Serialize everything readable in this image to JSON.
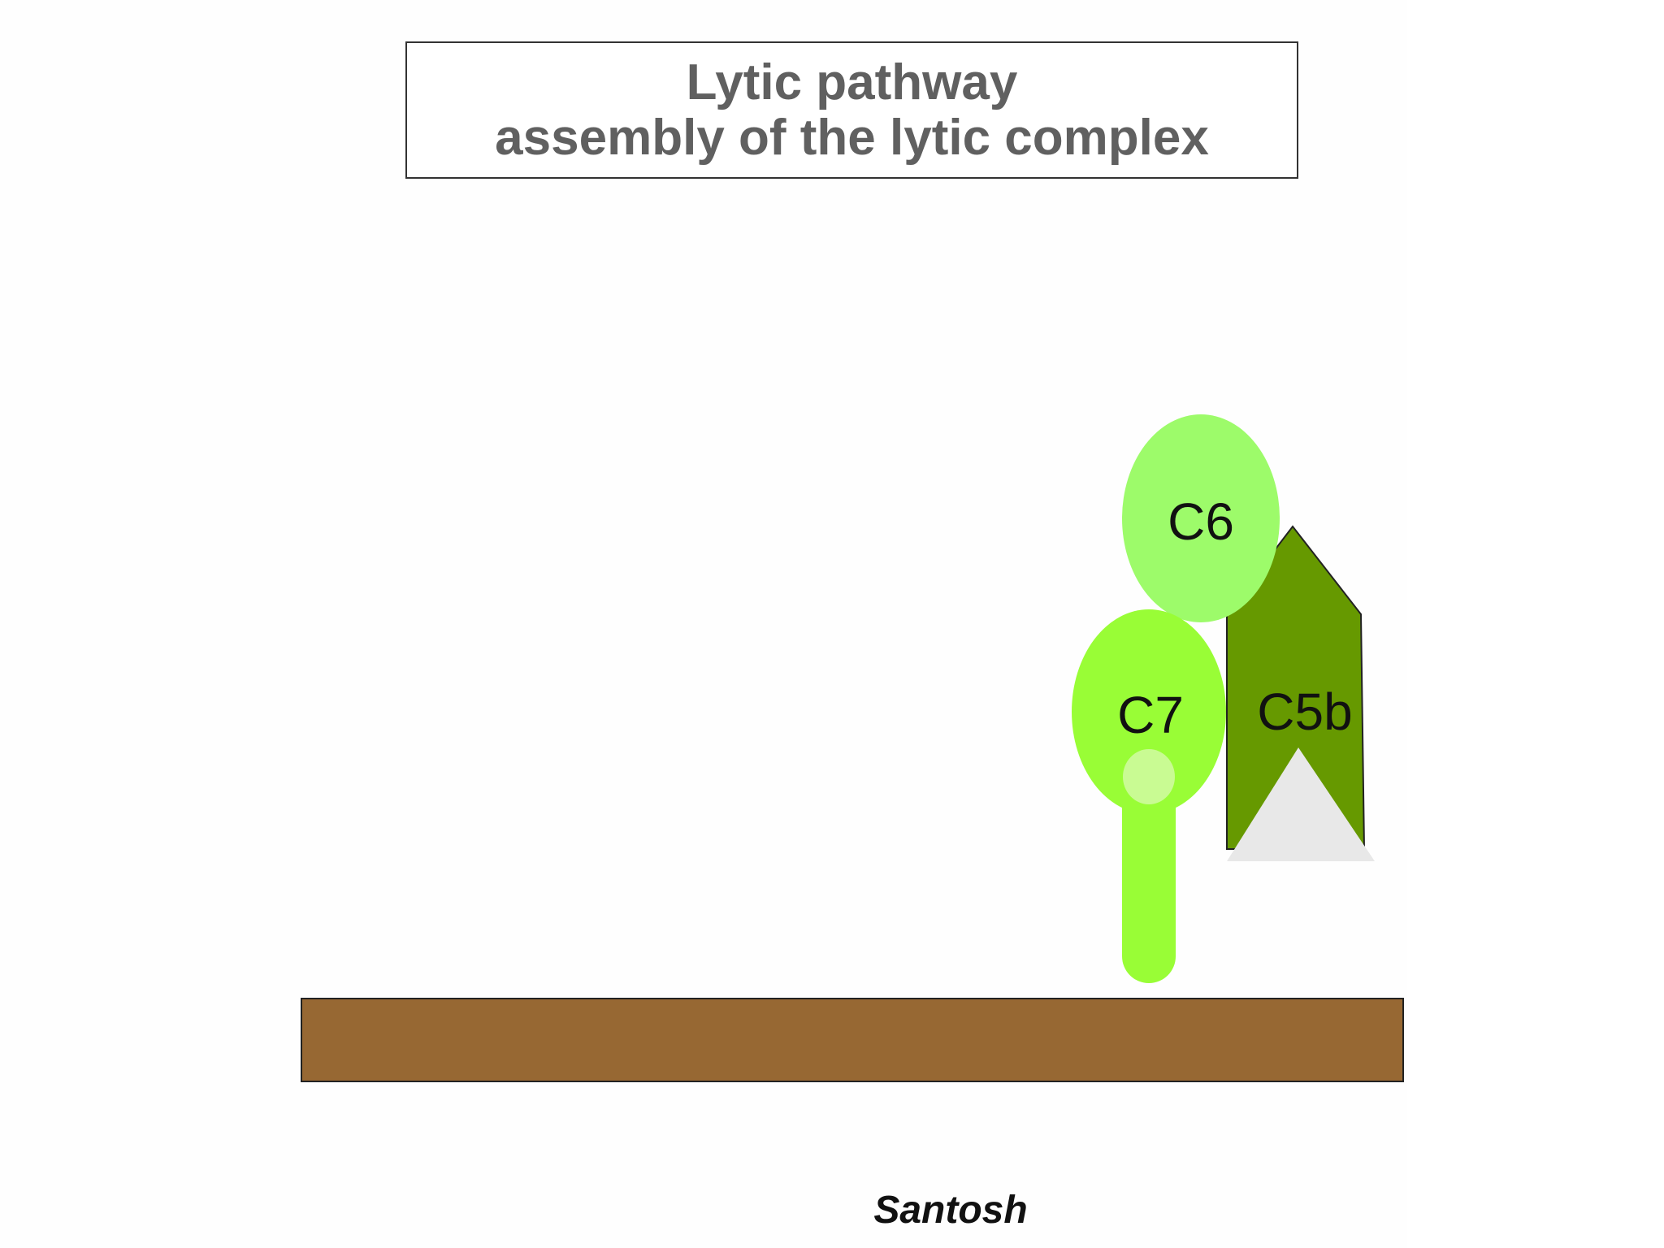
{
  "title": {
    "line1": "Lytic pathway",
    "line2": "assembly of the lytic complex"
  },
  "molecules": {
    "c6": "C6",
    "c7": "C7",
    "c5b": "C5b"
  },
  "author": "Santosh",
  "colors": {
    "c6": "#9dfb6a",
    "c7": "#99fd36",
    "c7_spot": "#c9fb93",
    "c5b": "#669900",
    "c5b_notch": "#e8e8e8",
    "membrane": "#976833",
    "title_text": "#606060"
  }
}
